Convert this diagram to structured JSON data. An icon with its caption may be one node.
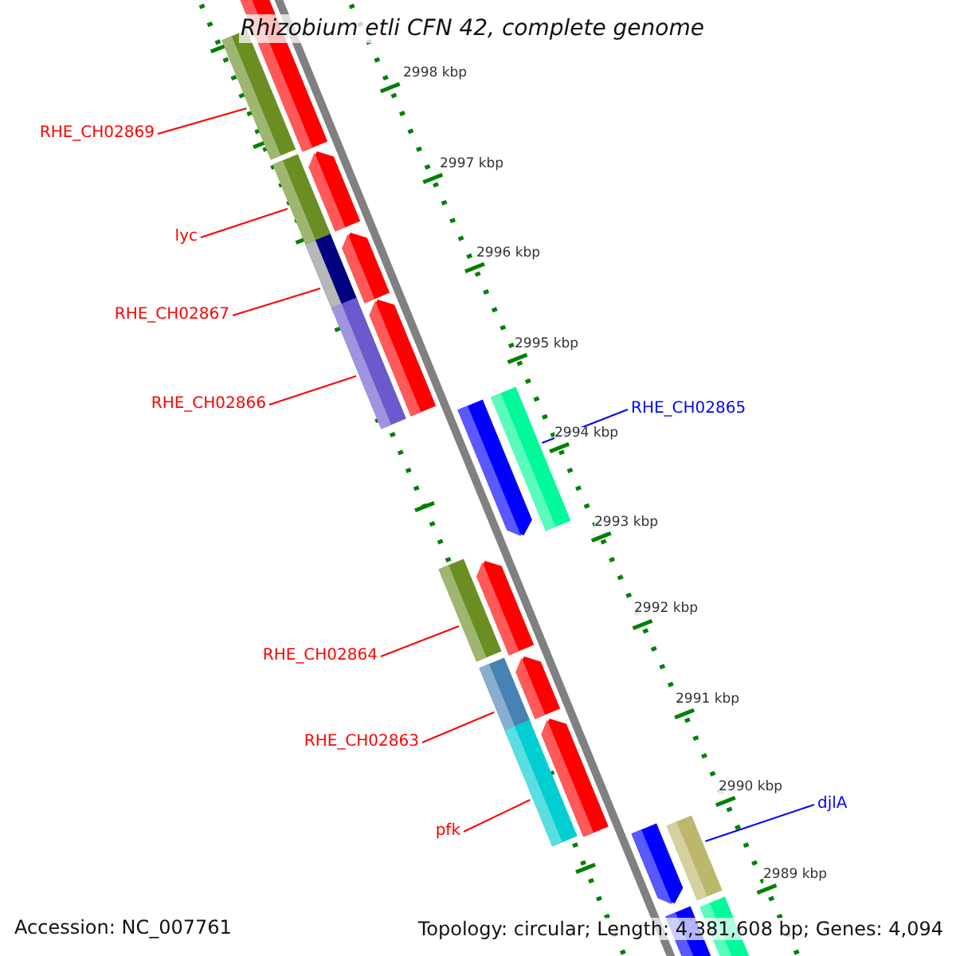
{
  "diagram": {
    "title": "Rhizobium etli CFN 42, complete genome",
    "nodes": [
      {
        "text": [
          "RHE_CH02869"
        ]
      },
      {
        "text": [],
        "shape": "bar"
      },
      {
        "text": [
          "lyc"
        ]
      },
      {
        "text": [],
        "shape": "bar"
      },
      {
        "text": [
          "RHE_CH02867"
        ]
      },
      {
        "text": [],
        "shape": "bar"
      },
      {
        "text": [
          "RHE_CH02866"
        ]
      },
      {
        "text": [],
        "shape": "bar"
      },
      {
        "text": [
          "RHE_CH02865"
        ]
      },
      {
        "text": [],
        "shape": "bar"
      },
      {
        "text": [
          "RHE_CH02864"
        ]
      },
      {
        "text": [],
        "shape": "bar"
      },
      {
        "text": [
          "RHE_CH02863"
        ]
      },
      {
        "text": [],
        "shape": "bar"
      },
      {
        "text": [
          "pfk"
        ]
      },
      {
        "text": [],
        "shape": "bar"
      },
      {
        "text": [
          "djlA"
        ]
      },
      {
        "text": [],
        "shape": "bar"
      }
    ],
    "edges": [
      {
        "from": 0,
        "to": 1,
        "arrow": "none"
      },
      {
        "from": 2,
        "to": 3,
        "arrow": "none"
      },
      {
        "from": 4,
        "to": 5,
        "arrow": "none"
      },
      {
        "from": 6,
        "to": 7,
        "arrow": "none"
      },
      {
        "from": 8,
        "to": 9,
        "arrow": "none",
        "color": "#0000ff"
      },
      {
        "from": 10,
        "to": 11,
        "arrow": "none"
      },
      {
        "from": 12,
        "to": 13,
        "arrow": "none"
      },
      {
        "from": 14,
        "to": 15,
        "arrow": "none"
      },
      {
        "from": 16,
        "to": 17,
        "arrow": "none",
        "color": "#0000ff"
      }
    ],
    "labels": [
      "2998 kbp",
      "2997 kbp",
      "2996 kbp",
      "2995 kbp",
      "2994 kbp",
      "2993 kbp",
      "2992 kbp",
      "2991 kbp",
      "2990 kbp",
      "2989 kbp",
      "Accession: NC_007761",
      "Topology: circular; Length: 4,381,608 bp; Genes: 4,094"
    ]
  }
}
